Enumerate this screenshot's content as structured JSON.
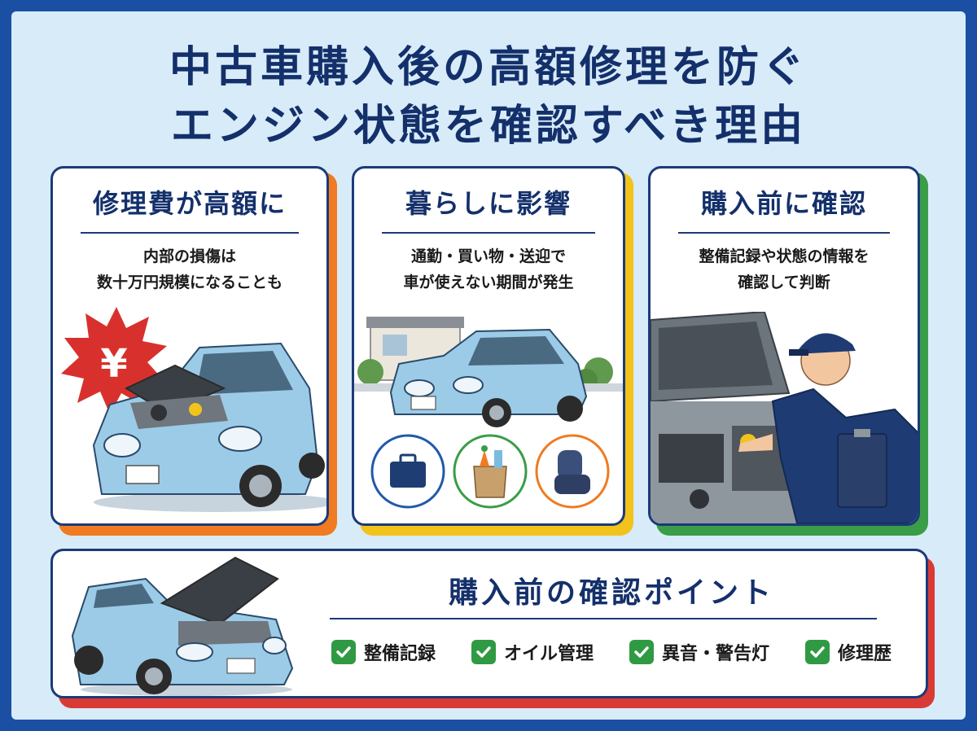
{
  "title": {
    "line1": "中古車購入後の高額修理を防ぐ",
    "line2": "エンジン状態を確認すべき理由"
  },
  "cards": [
    {
      "heading": "修理費が高額に",
      "desc_line1": "内部の損傷は",
      "desc_line2": "数十万円規模になることも",
      "badge": "¥",
      "accent": "#f07b22"
    },
    {
      "heading": "暮らしに影響",
      "desc_line1": "通勤・買い物・送迎で",
      "desc_line2": "車が使えない期間が発生",
      "accent": "#f2c31b",
      "icons": [
        "briefcase-icon",
        "grocery-bag-icon",
        "child-seat-icon"
      ]
    },
    {
      "heading": "購入前に確認",
      "desc_line1": "整備記録や状態の情報を",
      "desc_line2": "確認して判断",
      "accent": "#3a9d47"
    }
  ],
  "bottom": {
    "heading": "購入前の確認ポイント",
    "accent": "#d93a35",
    "points": [
      "整備記録",
      "オイル管理",
      "異音・警告灯",
      "修理歴"
    ]
  },
  "colors": {
    "navy": "#14306b",
    "car_blue": "#9ccbe8",
    "check_green": "#2f9a43"
  }
}
